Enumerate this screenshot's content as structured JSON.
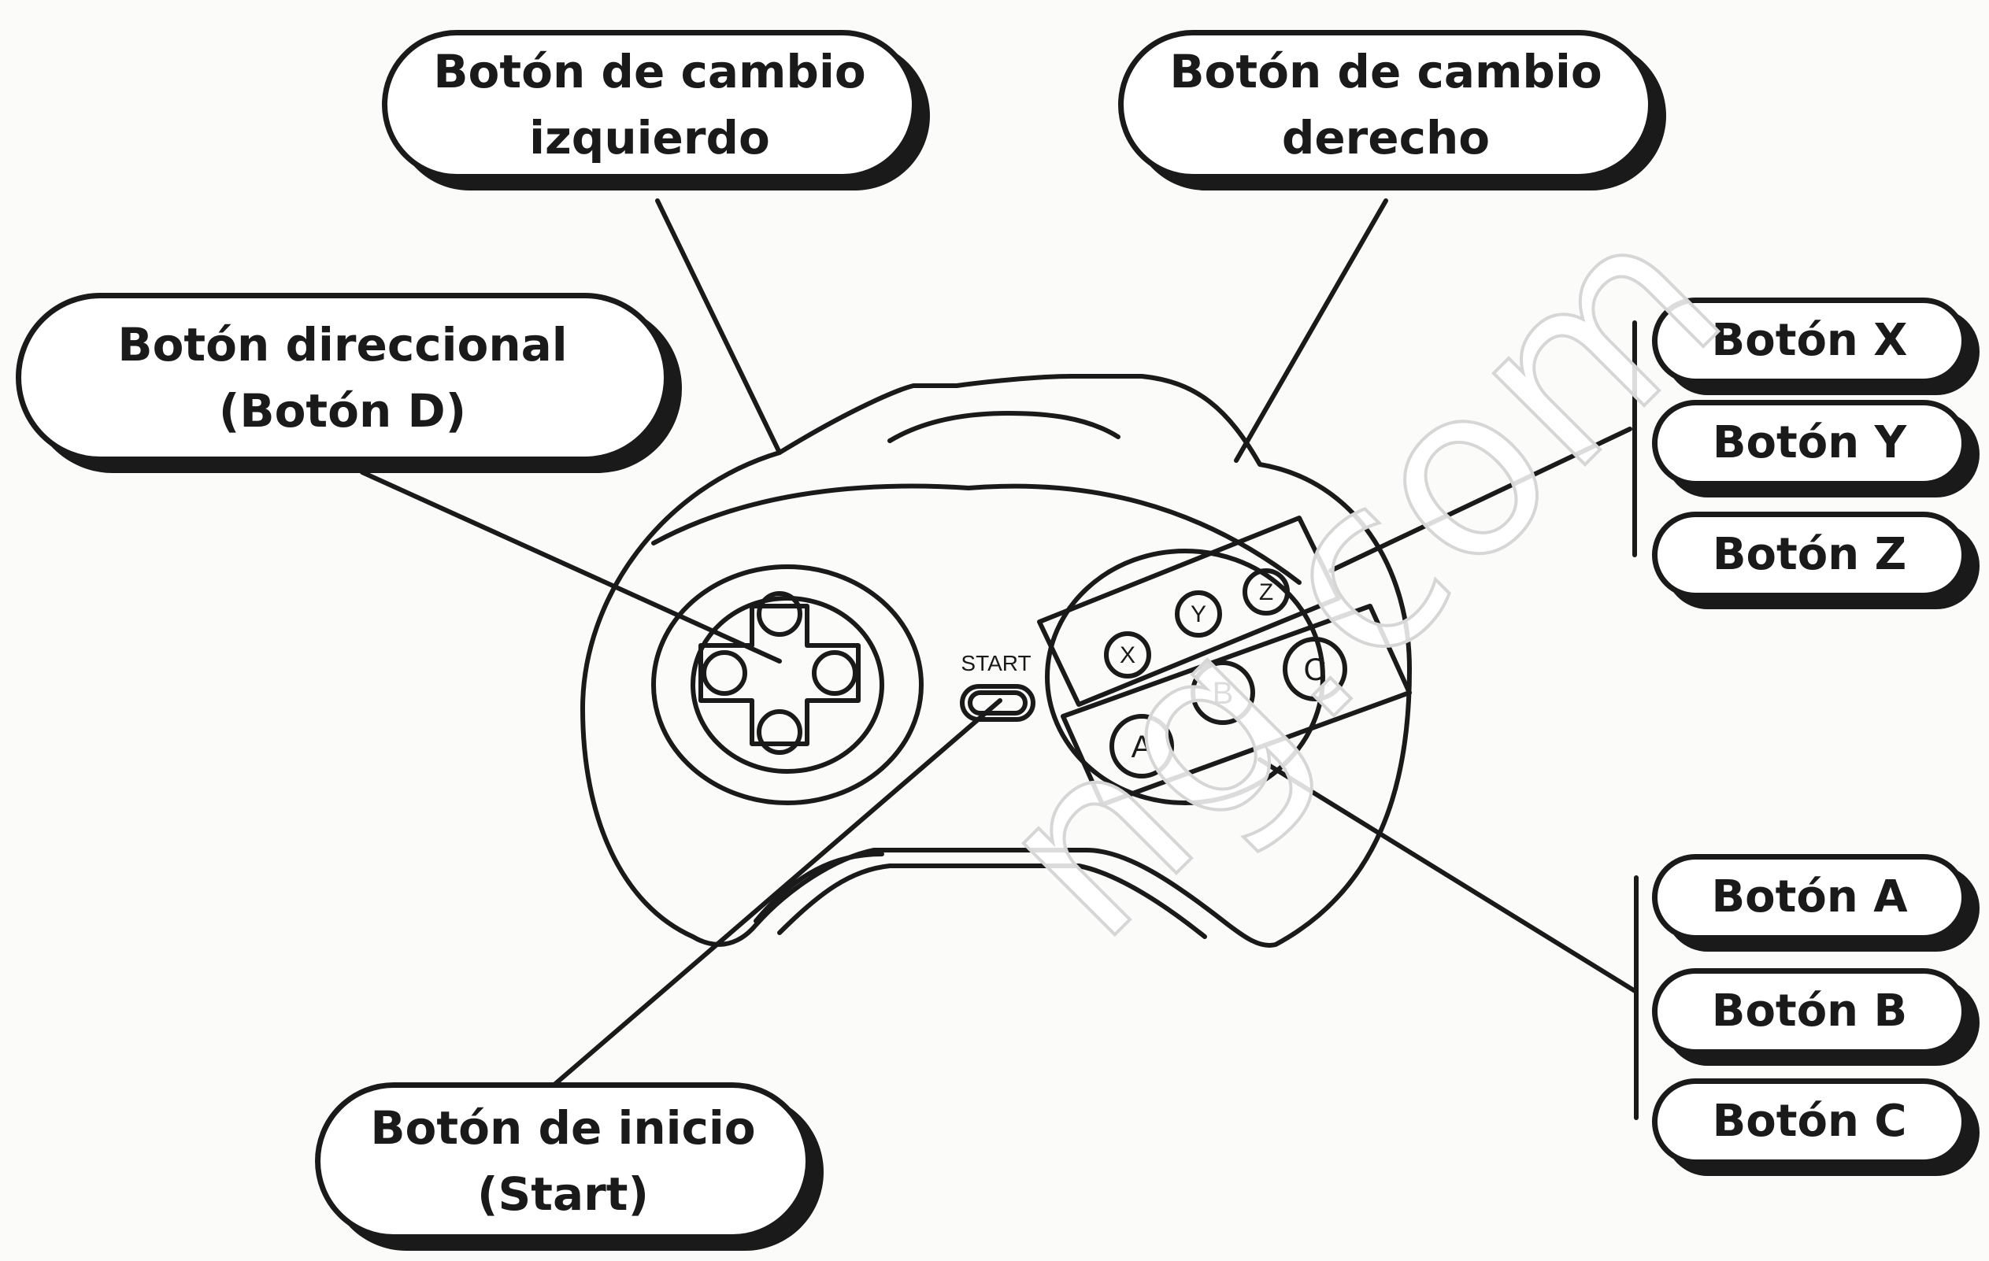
{
  "labels": {
    "left_shift": {
      "line1": "Botón de cambio",
      "line2": "izquierdo"
    },
    "right_shift": {
      "line1": "Botón de cambio",
      "line2": "derecho"
    },
    "dpad": {
      "line1": "Botón direccional",
      "line2": "(Botón D)"
    },
    "start": {
      "line1": "Botón de inicio",
      "line2": "(Start)"
    },
    "x": "Botón X",
    "y": "Botón Y",
    "z": "Botón Z",
    "a": "Botón A",
    "b": "Botón B",
    "c": "Botón C"
  },
  "controller": {
    "start_text": "START",
    "button_letters": {
      "a": "A",
      "b": "B",
      "c": "C",
      "x": "X",
      "y": "Y",
      "z": "Z"
    }
  },
  "watermark": "ng.com",
  "colors": {
    "ink": "#1a1a1a",
    "paper": "#ffffff",
    "bleed": "#cfcfcf"
  }
}
